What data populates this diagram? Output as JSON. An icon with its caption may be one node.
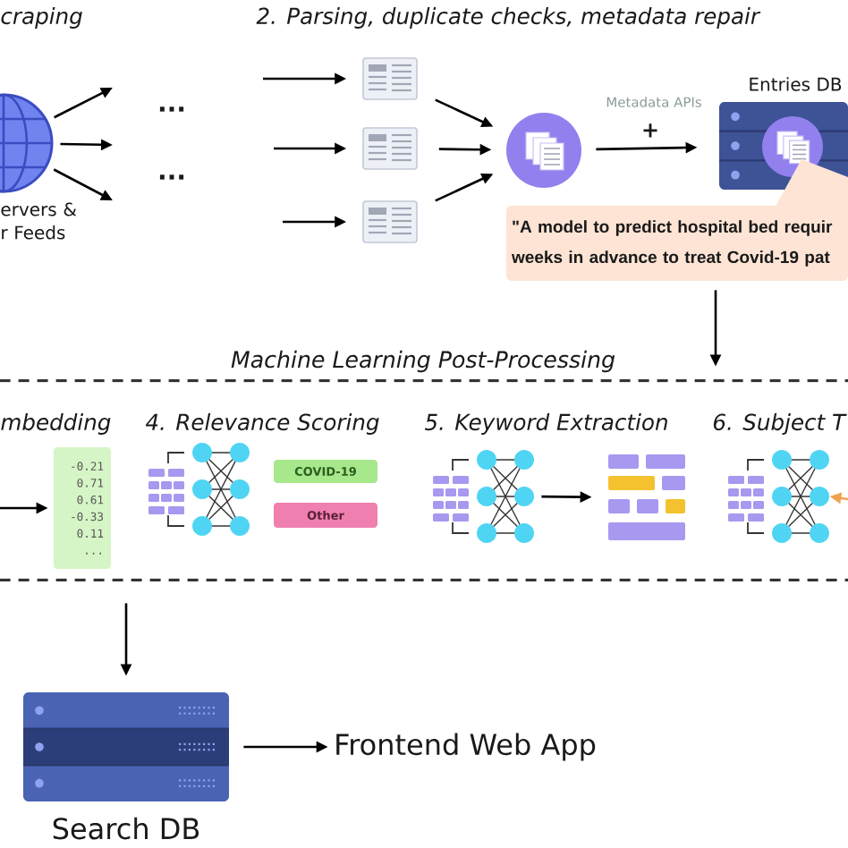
{
  "diagram": {
    "nodes": [
      {
        "text": [
          "ervers & r Feeds"
        ]
      },
      {
        "text": [],
        "shape": "picture"
      },
      {
        "text": [],
        "shape": "picture"
      },
      {
        "text": [],
        "shape": "picture"
      },
      {
        "text": [],
        "shape": "circle"
      },
      {
        "text": [
          "Entries DB"
        ]
      },
      {
        "text": [
          "\"A model to predict hospital bed requir weeks in advance to treat Covid-19 pat"
        ]
      },
      {
        "text": [
          "Machine Learning Post-Processing"
        ]
      },
      {
        "text": [
          "-0.21 0.71 0.61 -0.33 0.11 ..."
        ],
        "in": 7
      },
      {
        "text": [],
        "shape": "picture",
        "in": 7
      },
      {
        "text": [
          "COVID-19"
        ],
        "in": 7
      },
      {
        "text": [
          "Other"
        ],
        "in": 7
      },
      {
        "text": [],
        "shape": "picture",
        "in": 7
      },
      {
        "text": [],
        "shape": "picture",
        "in": 7
      },
      {
        "text": [],
        "shape": "picture",
        "in": 7
      },
      {
        "text": [
          "Search DB"
        ]
      },
      {
        "text": [
          "Frontend Web App"
        ]
      }
    ],
    "edges": [
      {
        "from": 0,
        "to": null,
        "arrow": "to"
      },
      {
        "from": 0,
        "to": null,
        "arrow": "to"
      },
      {
        "from": 0,
        "to": null,
        "arrow": "to"
      },
      {
        "from": null,
        "to": 1,
        "arrow": "to"
      },
      {
        "from": null,
        "to": 2,
        "arrow": "to"
      },
      {
        "from": null,
        "to": 3,
        "arrow": "to"
      },
      {
        "from": 1,
        "to": 4,
        "arrow": "to"
      },
      {
        "from": 2,
        "to": 4,
        "arrow": "to"
      },
      {
        "from": 3,
        "to": 4,
        "arrow": "to"
      },
      {
        "from": 4,
        "to": 5,
        "arrow": "to",
        "label": "+"
      },
      {
        "from": 6,
        "to": 7,
        "arrow": "to"
      },
      {
        "from": null,
        "to": 8,
        "arrow": "to"
      },
      {
        "from": 12,
        "to": 13,
        "arrow": "to"
      },
      {
        "from": null,
        "to": 14,
        "arrow": "to",
        "color": "#f0a050"
      },
      {
        "from": 7,
        "to": 15,
        "arrow": "to"
      },
      {
        "from": 15,
        "to": 16,
        "arrow": "to"
      }
    ],
    "labels": [
      "craping",
      "2. Parsing, duplicate checks, metadata repair",
      "...",
      "...",
      "Metadata APIs",
      "mbedding",
      "4. Relevance Scoring",
      "5. Keyword Extraction",
      "6. Subject T"
    ]
  }
}
